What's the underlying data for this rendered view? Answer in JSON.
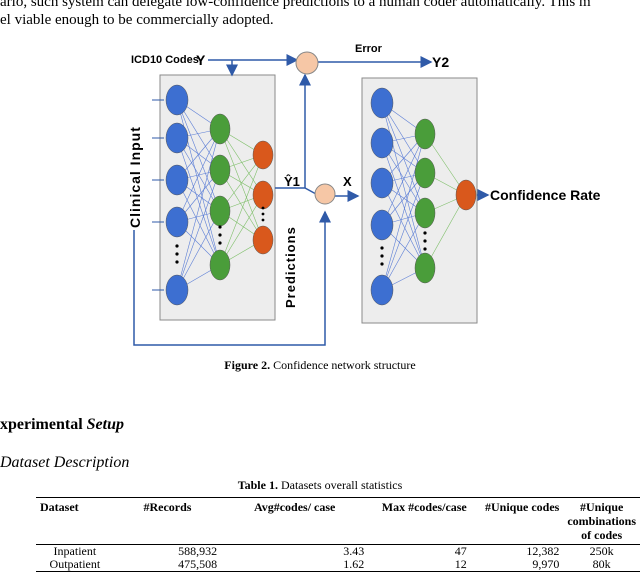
{
  "paragraph": {
    "line1": "ario, such system can delegate low-confidence predictions to a human coder automatically. This m",
    "line2": "el viable enough to be commercially adopted."
  },
  "figure": {
    "labels": {
      "icd_codes": "ICD10 Codes",
      "y": "Y",
      "error": "Error",
      "y2": "Y2",
      "y1": "Ŷ1",
      "x": "X",
      "clinical_input": "Clinical Input",
      "predictions": "Predictions",
      "confidence_rate": "Confidence Rate"
    },
    "caption_label": "Figure 2.",
    "caption_text": " Confidence network structure",
    "colors": {
      "blue": "#3d6fd1",
      "green": "#4a9d3a",
      "orange": "#d9581c",
      "peach": "#f6c7a6",
      "line": "#2f5aa8"
    }
  },
  "section": {
    "prefix": "xperimental ",
    "emph": "Setup"
  },
  "subsection": "Dataset Description",
  "table": {
    "caption_label": "Table 1.",
    "caption_text": " Datasets overall statistics",
    "headers": [
      "Dataset",
      "#Records",
      "Avg#codes/ case",
      "Max #codes/case",
      "#Unique codes",
      "#Unique combinations of codes"
    ],
    "rows": [
      [
        "Inpatient",
        "588,932",
        "3.43",
        "47",
        "12,382",
        "250k"
      ],
      [
        "Outpatient",
        "475,508",
        "1.62",
        "12",
        "9,970",
        "80k"
      ]
    ]
  }
}
